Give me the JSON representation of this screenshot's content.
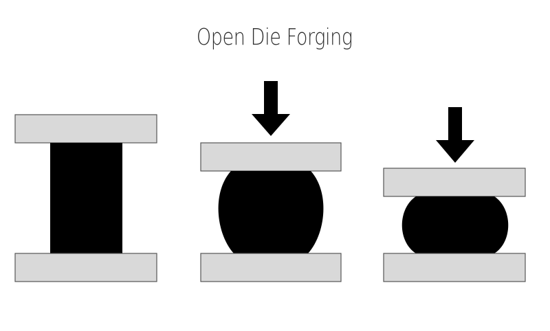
{
  "title": "Open Die Forging",
  "stages": [
    {
      "id": "stage-1-initial",
      "workpiece": "rectangular-billet",
      "press_arrow": false
    },
    {
      "id": "stage-2-pressing",
      "workpiece": "round-bulge",
      "press_arrow": true
    },
    {
      "id": "stage-3-flattened",
      "workpiece": "flattened-oval",
      "press_arrow": true
    }
  ],
  "icons": {
    "press": "down-arrow-icon"
  },
  "colors": {
    "die_fill": "#d9d9d9",
    "die_stroke": "#555555",
    "workpiece": "#000000",
    "arrow": "#000000",
    "background": "#ffffff",
    "title": "#2b2b2b"
  }
}
